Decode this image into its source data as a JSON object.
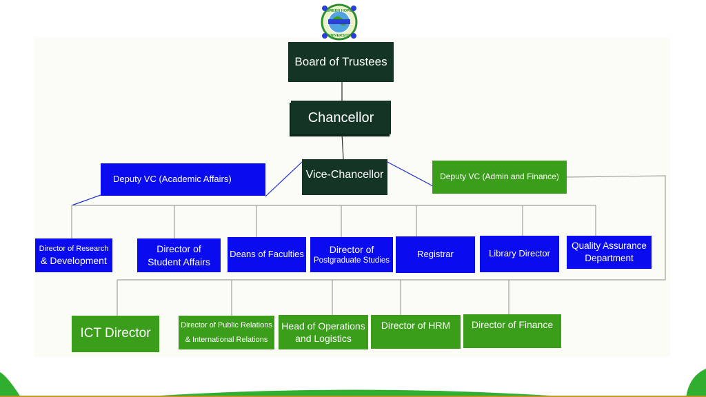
{
  "logo": {
    "text_top": "GREEN HOPE",
    "text_bottom": "UNIVERSITY",
    "colors": {
      "ring": "#2f8f2f",
      "banner": "#2a3fd6",
      "globe": "#4fa3e0"
    }
  },
  "org": {
    "board": "Board of Trustees",
    "chancellor": "Chancellor",
    "vice_chancellor": "Vice-Chancellor",
    "deputy_academic": "Deputy VC (Academic Affairs)",
    "deputy_admin": "Deputy VC (Admin and Finance)",
    "academic_units": {
      "research": [
        "Director of Research",
        "& Development"
      ],
      "student_affairs": [
        "Director of",
        "Student Affairs"
      ],
      "deans": "Deans of Faculties",
      "postgraduate": [
        "Director of",
        "Postgraduate Studies"
      ],
      "registrar": "Registrar",
      "library": "Library Director",
      "quality": [
        "Quality Assurance",
        "Department"
      ]
    },
    "admin_units": {
      "ict": "ICT Director",
      "public_relations": [
        "Director of Public Relations",
        "& International Relations"
      ],
      "operations": [
        "Head of Operations",
        "and Logistics"
      ],
      "hrm": "Director of HRM",
      "finance": "Director of Finance"
    }
  },
  "colors": {
    "leadership": "#153524",
    "academic": "#0b0bf0",
    "admin": "#3a9e1a",
    "connector_gray": "#a0a0a0",
    "connector_blue": "#1a2ad0",
    "connector_dark": "#2a2a2a",
    "footer_green": "#2fae2f",
    "footer_band": "#b89a2a"
  }
}
